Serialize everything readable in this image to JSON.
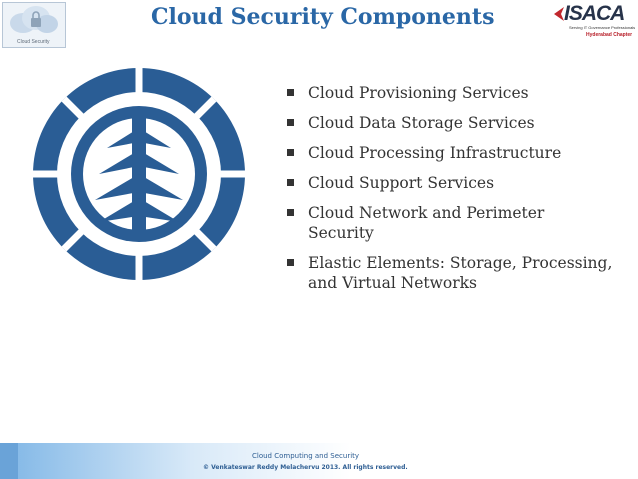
{
  "header": {
    "title": "Cloud Security Components",
    "cloud_logo_caption": "Cloud Security",
    "isaca_logo": {
      "wordmark": "ISACA",
      "tagline": "Serving IT Governance Professionals",
      "chapter": "Hyderabad Chapter"
    }
  },
  "emblem": {
    "icon": "element-tree-emblem-icon",
    "color": "#2a5d95"
  },
  "bullets": [
    "Cloud Provisioning Services",
    "Cloud Data Storage Services",
    "Cloud Processing Infrastructure",
    "Cloud Support Services",
    "Cloud Network and Perimeter Security",
    "Elastic Elements: Storage, Processing, and Virtual Networks"
  ],
  "footer": {
    "line1": "Cloud Computing and Security",
    "line2": "© Venkateswar Reddy Melachervu 2013. All rights reserved."
  },
  "colors": {
    "title": "#2a67a6",
    "text": "#333333",
    "footer_band": "#7fb6e6"
  }
}
